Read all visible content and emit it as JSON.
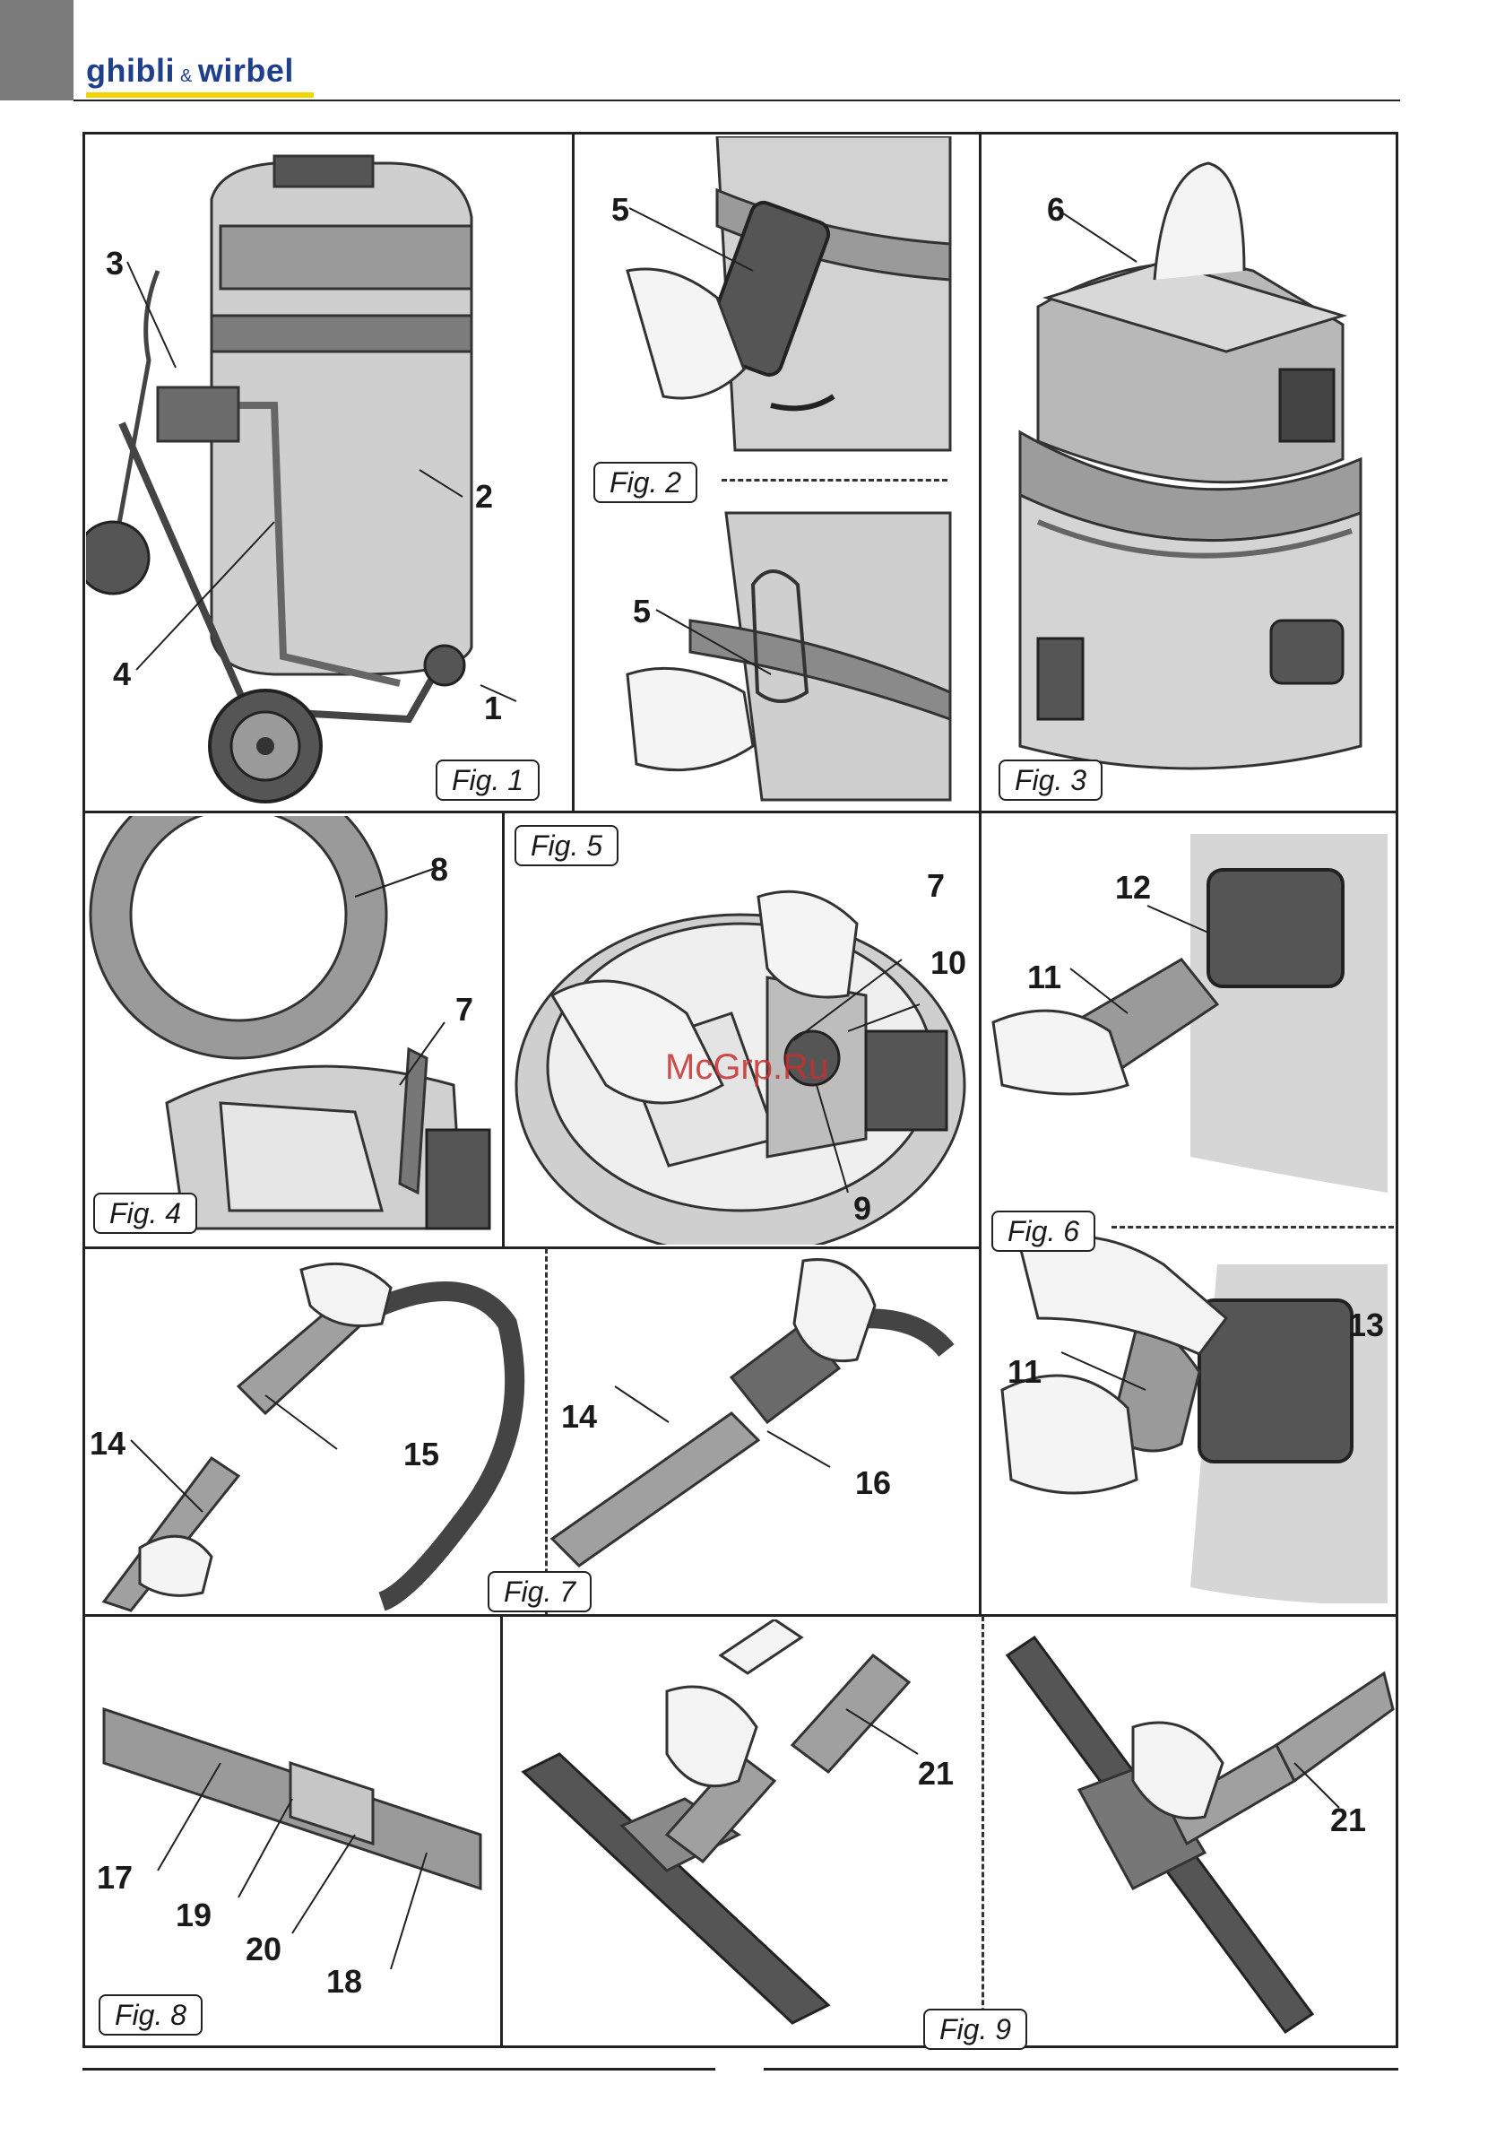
{
  "header": {
    "brand_part1": "ghibli",
    "brand_amp": "&",
    "brand_part2": "wirbel"
  },
  "watermark": "McGrp.Ru",
  "colors": {
    "brand_blue": "#1f3e8c",
    "brand_yellow": "#f2d400",
    "illustration_dark": "#4a4a4a",
    "illustration_mid": "#9a9a9a",
    "illustration_light": "#d6d6d6",
    "watermark_red": "#c63030"
  },
  "figures": [
    {
      "id": "fig1",
      "label": "Fig. 1",
      "callouts": [
        "1",
        "2",
        "3",
        "4"
      ]
    },
    {
      "id": "fig2",
      "label": "Fig. 2",
      "callouts": [
        "5",
        "5"
      ]
    },
    {
      "id": "fig3",
      "label": "Fig. 3",
      "callouts": [
        "6"
      ]
    },
    {
      "id": "fig4",
      "label": "Fig. 4",
      "callouts": [
        "8",
        "7"
      ]
    },
    {
      "id": "fig5",
      "label": "Fig. 5",
      "callouts": [
        "7",
        "10",
        "9"
      ]
    },
    {
      "id": "fig6",
      "label": "Fig. 6",
      "callouts": [
        "12",
        "11",
        "13",
        "11"
      ]
    },
    {
      "id": "fig7",
      "label": "Fig. 7",
      "callouts": [
        "14",
        "15",
        "14",
        "16"
      ]
    },
    {
      "id": "fig8",
      "label": "Fig. 8",
      "callouts": [
        "17",
        "19",
        "20",
        "18"
      ]
    },
    {
      "id": "fig9",
      "label": "Fig. 9",
      "callouts": [
        "21",
        "21"
      ]
    }
  ]
}
